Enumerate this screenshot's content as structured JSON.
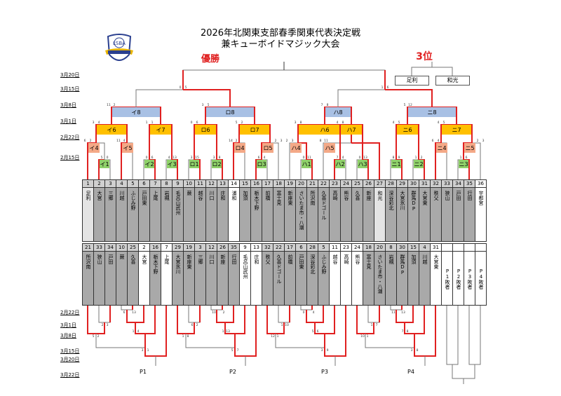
{
  "header": {
    "title_line1": "2026年北関東支部春季関東代表決定戦",
    "title_line2": "兼キューボイドマジック大会",
    "champion_label": "優勝",
    "third_place_label": "3位",
    "third_place_teams": [
      "足利",
      "和光"
    ],
    "logo_text": "LSBA"
  },
  "colors": {
    "winner_line": "#e02020",
    "loser_line": "#777777",
    "round1_box": "#8fd16a",
    "round2_box": "#f4a987",
    "round3_box": "#ffc000",
    "round4_box": "#a8c0e4",
    "cell_grey": "#a9a9a9"
  },
  "upper_dates": [
    "3月20日",
    "3月15日",
    "3月8日",
    "3月1日",
    "2月22日",
    "2月15日"
  ],
  "lower_dates": [
    "2月22日",
    "3月1日",
    "3月8日",
    "3月15日",
    "3月20日",
    "3月22日"
  ],
  "upper_matches": {
    "final_scores": [
      "0",
      "5",
      "1",
      "6"
    ],
    "blocks": [
      {
        "r4": "イ8",
        "r4_scores": [
          "11",
          "2"
        ],
        "r3": [
          "イ6",
          "イ7"
        ],
        "r3_scores": [
          [
            "3",
            "4"
          ],
          [
            "1",
            "1"
          ]
        ],
        "r2": [
          "イ4",
          "イ5"
        ],
        "r2_scores": [
          [
            "6",
            "2"
          ],
          [
            "11",
            "4"
          ]
        ],
        "r1": [
          "イ1",
          "イ2",
          "イ3"
        ],
        "r1_scores": [
          [
            "5",
            "0"
          ],
          [
            "0",
            "6"
          ],
          [
            "4",
            "13"
          ]
        ]
      },
      {
        "r4": "ロ8",
        "r4_scores": [
          "3",
          "5"
        ],
        "r3": [
          "ロ6",
          "ロ7"
        ],
        "r3_scores": [
          [
            "0",
            "6"
          ],
          [
            "5",
            "2"
          ]
        ],
        "r2": [
          "ロ4",
          "ロ5"
        ],
        "r2_scores": [
          [
            "14",
            "2"
          ],
          [
            "2",
            "3"
          ]
        ],
        "r1": [
          "ロ1",
          "ロ2",
          "ロ3"
        ],
        "r1_scores": [
          [
            "3",
            "15"
          ],
          [
            "3",
            "8"
          ],
          [
            "6",
            "4"
          ]
        ]
      },
      {
        "r4": "ハ8",
        "r4_scores": [
          "7",
          "8"
        ],
        "r3": [
          "ハ6",
          "ハ7"
        ],
        "r3_scores": [
          [
            "3",
            "8"
          ],
          [
            "4",
            "8"
          ]
        ],
        "r2": [
          "ハ4",
          "ハ5"
        ],
        "r2_scores": [
          [
            "2",
            "3"
          ],
          [
            "8",
            "11"
          ]
        ],
        "r1": [
          "ハ1",
          "ハ2",
          "ハ3"
        ],
        "r1_scores": [
          [
            "0",
            "11"
          ],
          [
            "7",
            "4"
          ],
          [
            "0",
            "13"
          ]
        ]
      },
      {
        "r4": "ニ8",
        "r4_scores": [
          "5",
          "12"
        ],
        "r3": [
          "ニ6",
          "ニ7"
        ],
        "r3_scores": [
          [
            "4",
            "5"
          ],
          [
            "4",
            "5"
          ]
        ],
        "r2": [
          "ニ4",
          "ニ5"
        ],
        "r2_scores": [
          [
            "6",
            "4"
          ],
          [
            "2",
            "3"
          ]
        ],
        "r1": [
          "ニ1",
          "ニ2",
          "ニ3"
        ],
        "r1_scores": [
          [
            "8",
            "9"
          ],
          [
            "1",
            "2"
          ],
          [
            "1",
            "6"
          ]
        ]
      }
    ]
  },
  "upper_table": [
    {
      "n": "1",
      "name": "足利"
    },
    {
      "n": "2",
      "name": "大宮"
    },
    {
      "n": "3",
      "name": "三郷"
    },
    {
      "n": "4",
      "name": "川越"
    },
    {
      "n": "5",
      "name": "ふじみ野"
    },
    {
      "n": "6",
      "name": "戸田東"
    },
    {
      "n": "7",
      "name": "上尾"
    },
    {
      "n": "8",
      "name": "岩槻"
    },
    {
      "n": "9",
      "name": "毛呂山武州"
    },
    {
      "n": "10",
      "name": "蕨"
    },
    {
      "n": "11",
      "name": "越谷"
    },
    {
      "n": "12",
      "name": "川口"
    },
    {
      "n": "13",
      "name": "庄和"
    },
    {
      "n": "14",
      "name": "浦和"
    },
    {
      "n": "15",
      "name": "加須"
    },
    {
      "n": "16",
      "name": "栃木下野"
    },
    {
      "n": "17",
      "name": "前橋"
    },
    {
      "n": "18",
      "name": "富士見"
    },
    {
      "n": "19",
      "name": "新座東"
    },
    {
      "n": "20",
      "name": "さいたま市・八潮"
    },
    {
      "n": "21",
      "name": "所沢南"
    },
    {
      "n": "22",
      "name": "久喜ドゴール"
    },
    {
      "n": "23",
      "name": "高崎"
    },
    {
      "n": "24",
      "name": "熊谷"
    },
    {
      "n": "25",
      "name": "久喜"
    },
    {
      "n": "26",
      "name": "新座"
    },
    {
      "n": "27",
      "name": "和光"
    },
    {
      "n": "28",
      "name": "深谷彩北"
    },
    {
      "n": "29",
      "name": "大宮氷川"
    },
    {
      "n": "30",
      "name": "群馬DP"
    },
    {
      "n": "31",
      "name": "大宮東"
    },
    {
      "n": "32",
      "name": "秩父"
    },
    {
      "n": "33",
      "name": "狭山"
    },
    {
      "n": "34",
      "name": "戸田"
    },
    {
      "n": "35",
      "name": "行田"
    },
    {
      "n": "36",
      "name": "宇都宮"
    }
  ],
  "lower_table": [
    {
      "n": "21",
      "name": "所沢南"
    },
    {
      "n": "33",
      "name": "狭山"
    },
    {
      "n": "34",
      "name": "戸田"
    },
    {
      "n": "10",
      "name": "蕨"
    },
    {
      "n": "25",
      "name": "久喜"
    },
    {
      "n": "2",
      "name": "大宮"
    },
    {
      "n": "16",
      "name": "栃木下野"
    },
    {
      "n": "7",
      "name": "上尾"
    },
    {
      "n": "29",
      "name": "大宮氷川"
    },
    {
      "n": "19",
      "name": "新座東"
    },
    {
      "n": "3",
      "name": "三郷"
    },
    {
      "n": "12",
      "name": "川口"
    },
    {
      "n": "26",
      "name": "新座"
    },
    {
      "n": "35",
      "name": "行田"
    },
    {
      "n": "9",
      "name": "毛呂山武州"
    },
    {
      "n": "13",
      "name": "庄和"
    },
    {
      "n": "32",
      "name": "秩父"
    },
    {
      "n": "22",
      "name": "久喜ドゴール"
    },
    {
      "n": "17",
      "name": "前橋"
    },
    {
      "n": "6",
      "name": "戸田東"
    },
    {
      "n": "28",
      "name": "深谷彩北"
    },
    {
      "n": "5",
      "name": "ふじみ野"
    },
    {
      "n": "11",
      "name": "越谷"
    },
    {
      "n": "23",
      "name": "高崎"
    },
    {
      "n": "24",
      "name": "熊谷"
    },
    {
      "n": "18",
      "name": "富士見"
    },
    {
      "n": "20",
      "name": "さいたま市・八潮"
    },
    {
      "n": "8",
      "name": "岩槻"
    },
    {
      "n": "30",
      "name": "群馬DP"
    },
    {
      "n": "15",
      "name": "加須"
    },
    {
      "n": "4",
      "name": "川越"
    },
    {
      "n": "31",
      "name": "大宮東"
    },
    {
      "n": "",
      "name": "P1敗者"
    },
    {
      "n": "",
      "name": "P2敗者"
    },
    {
      "n": "",
      "name": "P3敗者"
    },
    {
      "n": "",
      "name": "P4敗者"
    }
  ],
  "lower_finals": [
    "P1",
    "P2",
    "P3",
    "P4"
  ],
  "lower_scores": {
    "P1": [
      [
        "6",
        "13"
      ],
      [
        "2",
        "3"
      ],
      [
        "1",
        "4"
      ],
      [
        "5",
        "2"
      ],
      [
        "3",
        "1"
      ],
      [
        "0",
        "1"
      ]
    ],
    "P2": [
      [
        "10",
        "2"
      ],
      [
        "6",
        "2"
      ],
      [
        "1",
        "13"
      ],
      [
        "1",
        "8"
      ],
      [
        "5",
        "7"
      ],
      [
        "5",
        "7"
      ]
    ],
    "P3": [
      [
        "0",
        "4"
      ],
      [
        "1",
        "10"
      ],
      [
        "5",
        "6"
      ],
      [
        "12",
        "1"
      ],
      [
        "3",
        "9"
      ],
      [
        "5",
        "9"
      ]
    ],
    "P4": [
      [
        "11",
        "13"
      ],
      [
        "1",
        "7"
      ],
      [
        "7",
        "8"
      ],
      [
        "10",
        "1"
      ],
      [
        "3",
        "8"
      ],
      [
        "9",
        "2"
      ]
    ]
  }
}
